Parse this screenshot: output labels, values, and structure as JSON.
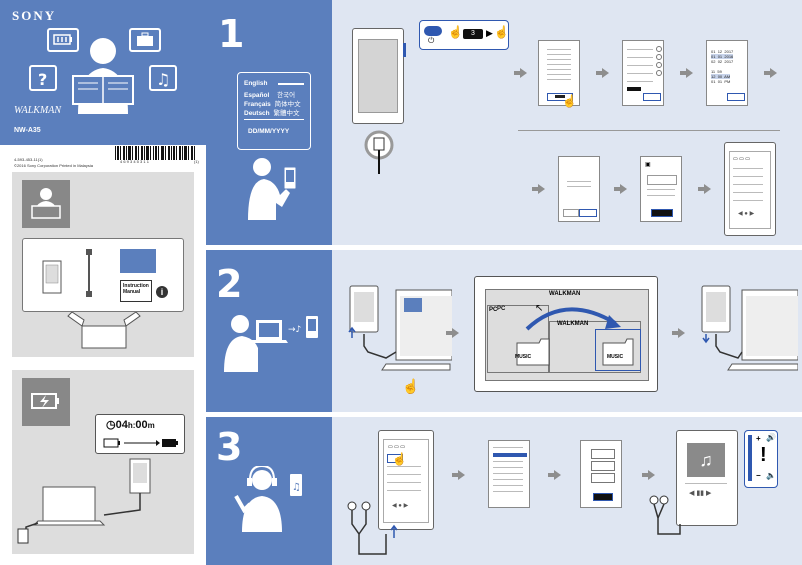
{
  "brand": "SONY",
  "model": "NW-A35",
  "walkman_logo": "WALKMAN",
  "part_number": "4-593-453-11(1)",
  "copyright": "©2016 Sony Corporation Printed in Malaysia",
  "barcode_digits": "4 6 9 3 4 5 3 1 1",
  "barcode_suffix": "(1)",
  "steps": {
    "s1": "1",
    "s2": "2",
    "s3": "3"
  },
  "languages": [
    {
      "left": "English",
      "right": ""
    },
    {
      "left": "Español",
      "right": "한국어"
    },
    {
      "left": "Français",
      "right": "简体中文"
    },
    {
      "left": "Deutsch",
      "right": "繁體中文"
    }
  ],
  "date_format": "DD/MM/YYYY",
  "manual_label": "Instruction Manual",
  "charge_time": {
    "hours": "04",
    "h_unit": "h",
    "minutes": "00",
    "m_unit": "m"
  },
  "step1_clock": {
    "rows": [
      [
        "01",
        "12",
        "2017"
      ],
      [
        "01",
        "01",
        "2016"
      ],
      [
        "02",
        "02",
        "2017"
      ]
    ],
    "time_rows": [
      [
        "11",
        "59",
        ""
      ],
      [
        "12",
        "00",
        "AM"
      ],
      [
        "01",
        "01",
        "PM"
      ]
    ]
  },
  "step1_badge": "3",
  "pc_label": "PC",
  "walkman_label": "WALKMAN",
  "music_label": "MUSIC",
  "volume": {
    "plus": "+",
    "minus": "−"
  }
}
